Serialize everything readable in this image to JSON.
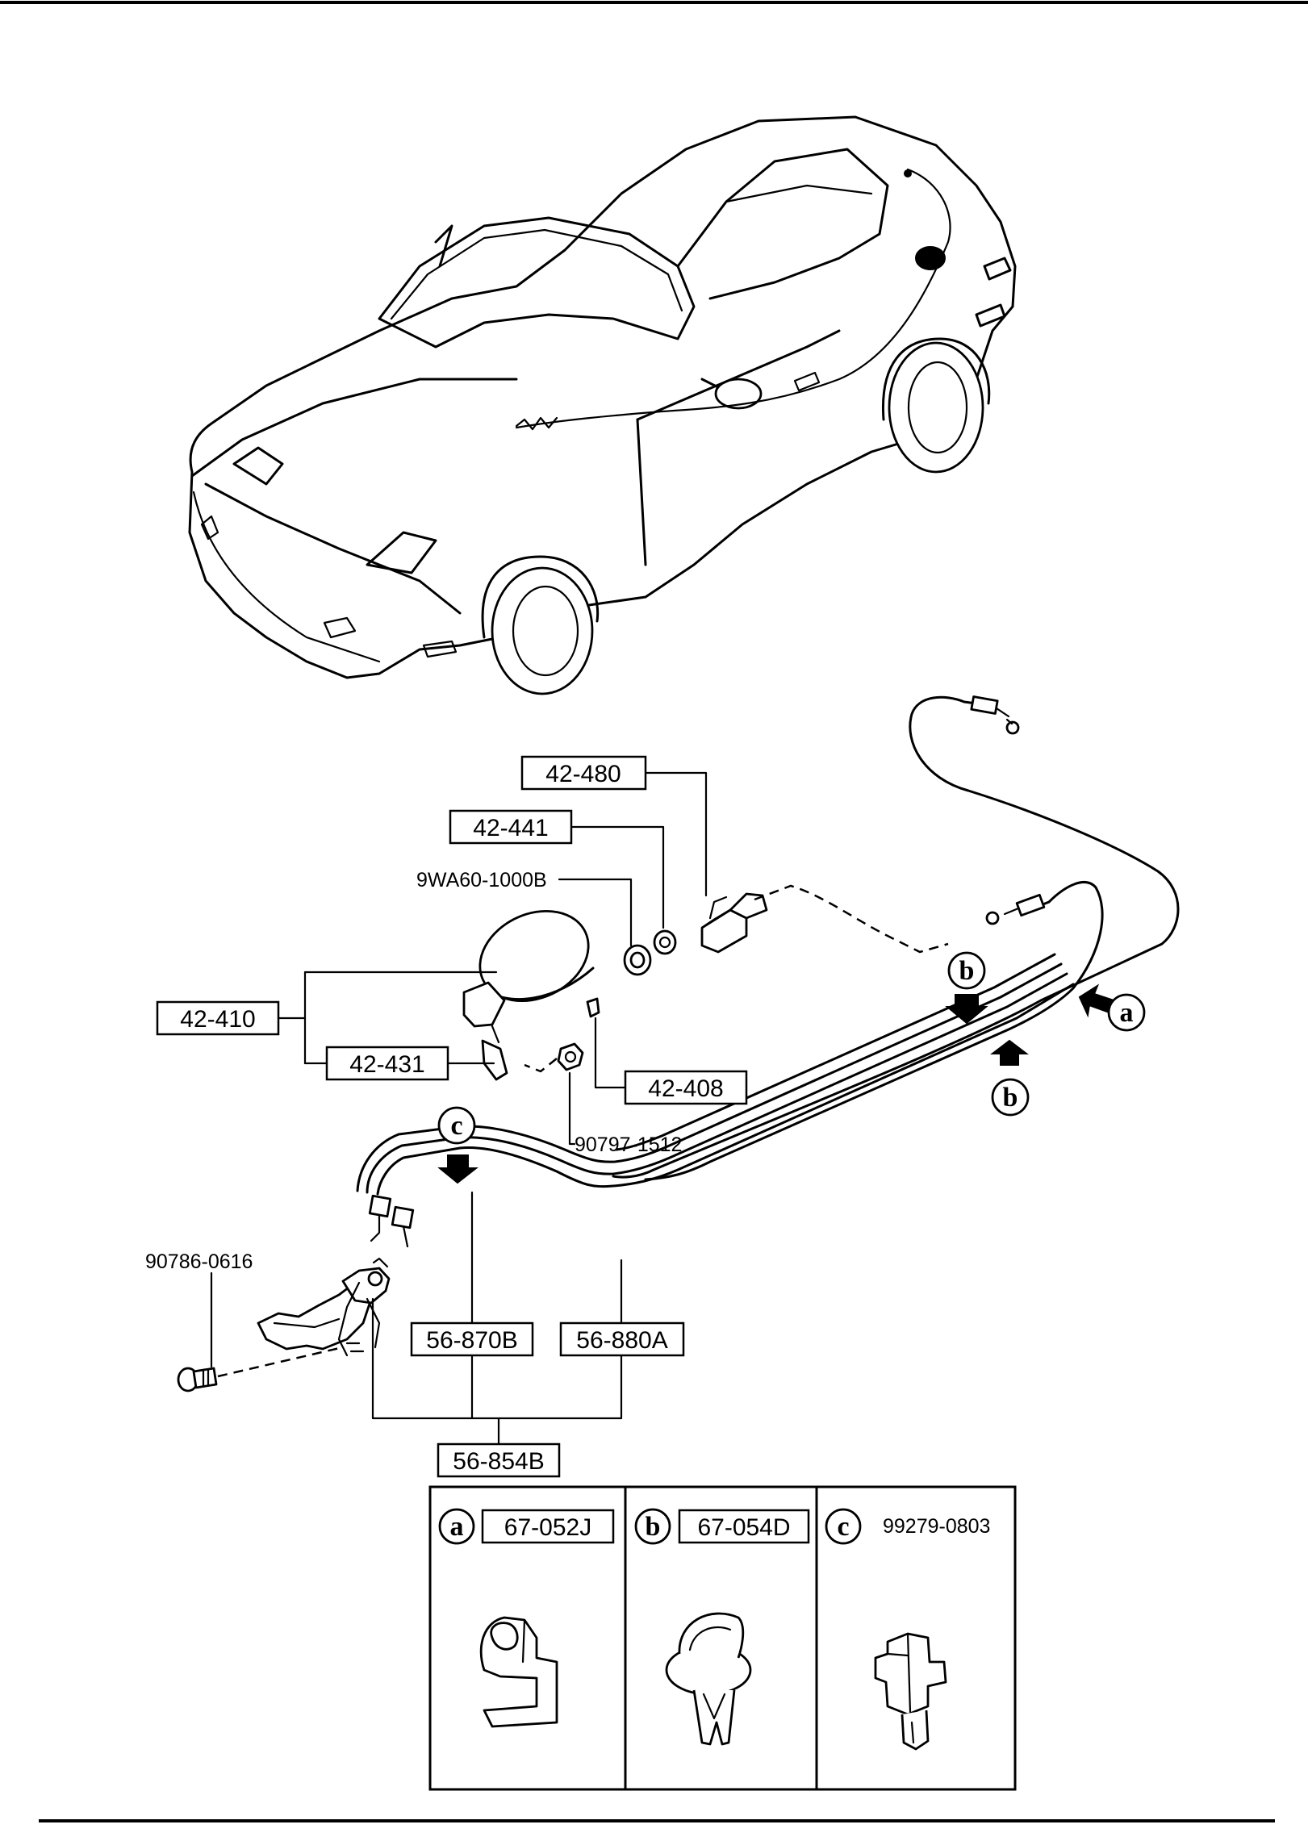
{
  "part_numbers": {
    "p42_480": "42-480",
    "p42_441": "42-441",
    "p9wa60": "9WA60-1000B",
    "p42_410": "42-410",
    "p42_431": "42-431",
    "p42_408": "42-408",
    "p90797": "90797-1512",
    "p90786": "90786-0616",
    "p56_870b": "56-870B",
    "p56_880a": "56-880A",
    "p56_854b": "56-854B"
  },
  "callouts": {
    "a": "a",
    "b": "b",
    "c": "c"
  },
  "clip_table": {
    "col_a": {
      "letter": "a",
      "part": "67-052J"
    },
    "col_b": {
      "letter": "b",
      "part": "67-054D"
    },
    "col_c": {
      "letter": "c",
      "part": "99279-0803"
    }
  },
  "icons": [
    "car-illustration-icon",
    "fuel-lid-icon",
    "release-cable-icon",
    "clip-a-icon",
    "clip-b-icon",
    "clip-c-icon",
    "arrow-icon"
  ],
  "colors": {
    "line": "#000000",
    "background": "#ffffff"
  }
}
